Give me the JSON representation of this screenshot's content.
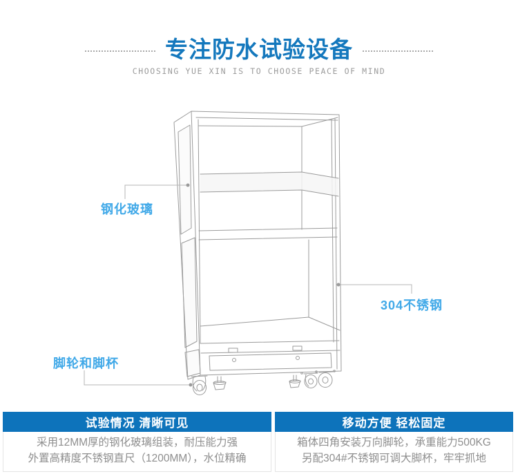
{
  "header": {
    "title": "专注防水试验设备",
    "subtitle": "CHOOSING YUE XIN IS TO CHOOSE PEACE OF MIND"
  },
  "callouts": {
    "glass": {
      "label": "钢化玻璃"
    },
    "steel": {
      "label": "304不锈钢"
    },
    "casters": {
      "label": "脚轮和脚杯"
    }
  },
  "features": [
    {
      "title": "试验情况 清晰可见",
      "line1": "采用12MM厚的钢化玻璃组装，耐压能力强",
      "line2": "外置高精度不锈钢直尺（1200MM），水位精确"
    },
    {
      "title": "移动方便 轻松固定",
      "line1": "箱体四角安装万向脚轮，承重能力500KG",
      "line2": "另配304#不锈钢可调大脚杯，牢牢抓地"
    }
  ],
  "colors": {
    "title_blue": "#1478bd",
    "label_blue": "#41a9e8",
    "bar_blue": "#0d73bb",
    "line_gray": "#9b9b9b"
  }
}
